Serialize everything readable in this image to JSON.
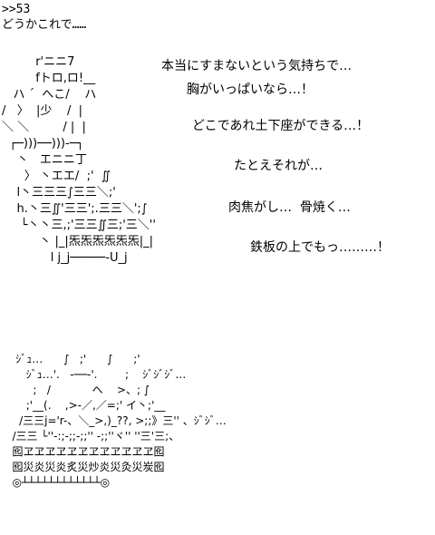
{
  "post": {
    "reply_ref": ">>53",
    "opening_line": "どうかこれで……"
  },
  "captions": [
    "本当にすまないという気持ちで…",
    "胸がいっぱいなら…！",
    "どこであれ土下座ができる…！",
    "たとえそれが…",
    "肉焦がし…  骨焼く…",
    "鉄板の上でもっ………！"
  ],
  "art_top": [
    "         r'ニニ7",
    "         fトロ,ロ!__",
    "   ハ ´  へこ/    ハ",
    "/   〉  |少    /  |",
    "＼ ＼         / |  |",
    "  ┌─)))──)))-─┐",
    "    丶   エニニ丁",
    "      〉 丶エエ/  ;'  ∬",
    "    l丶三三三∫三三＼;'",
    "    h.丶三∬'三三';.三三＼';∫",
    "     └丶丶三,;'三三∬三;'三＼''",
    "          丶 |_|炁炁炁炁炁炁|_|",
    "             l j_j─────-U_j"
  ],
  "art_bottom": [
    "    ｼﾞｭ…      ∫   ;'      ∫      ;'",
    "       ｼﾞｭ…'.   -──-'.        ;    ｼﾞｼﾞｼﾞ…",
    "         ;   /            へ    >、; ∫",
    "       ;'__(.    ,>-／,／=;' イ丶;'__",
    "     /三三j='r-、＼_>,)_??, >;;》三'' 、ｼﾞｼﾞ…",
    "   /三三 └''-:;-;;-;;'' -;;''ヾ'' ''三'三;、",
    "   囮ヱヱヱヱヱヱヱヱヱヱヱヱ囮",
    "   囮災炎災炎炙災炒炎災灸災炭囮",
    "   ◎┴┴┴┴┴┴┴┴┴┴┴┴◎"
  ]
}
